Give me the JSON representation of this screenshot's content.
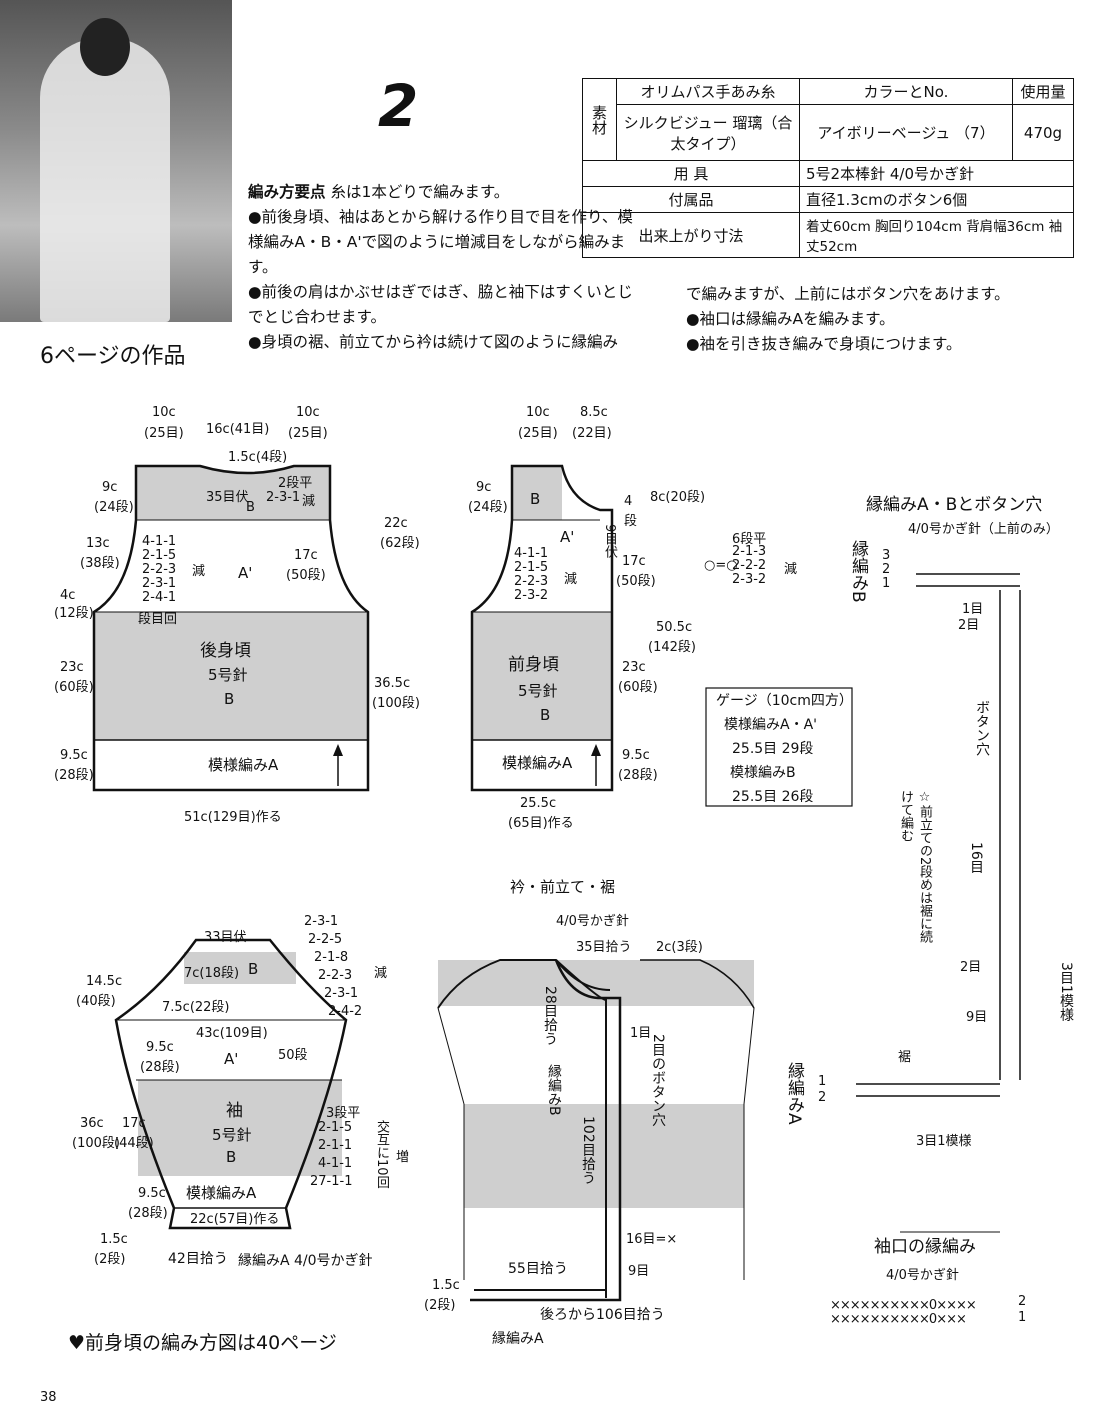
{
  "header": {
    "pattern_number": "2",
    "photo_caption": "6ページの作品"
  },
  "materials": {
    "label_material": "素材",
    "col_yarn": "オリムパス手あみ糸",
    "col_color": "カラーとNo.",
    "col_amount": "使用量",
    "yarn": "シルクビジュー 瑠璃（合太タイプ）",
    "color": "アイボリーベージュ （7）",
    "amount": "470g",
    "tools_label": "用 具",
    "tools": "5号2本棒針 4/0号かぎ針",
    "accessory_label": "付属品",
    "accessory": "直径1.3cmのボタン6個",
    "size_label": "出来上がり寸法",
    "size": "着丈60cm 胸回り104cm 背肩幅36cm 袖丈52cm"
  },
  "instructions": {
    "heading": "編み方要点",
    "lines": [
      "糸は1本どりで編みます。",
      "●前後身頃、袖はあとから解ける作り目で目を作り、模様編みA・B・A'で図のように増減目をしながら編みます。",
      "●前後の肩はかぶせはぎではぎ、脇と袖下はすくいとじでとじ合わせます。",
      "●身頃の裾、前立てから衿は続けて図のように縁編み"
    ],
    "lines2": [
      "で編みますが、上前にはボタン穴をあけます。",
      "●袖口は縁編みAを編みます。",
      "●袖を引き抜き編みで身頃につけます。"
    ]
  },
  "back": {
    "title": "後身頃",
    "needle": "5号針",
    "pattern_b": "B",
    "pattern_a": "模様編みA",
    "a_prime": "A'",
    "shoulder_b": "B",
    "top_left": "10c",
    "top_left_sub": "(25目)",
    "top_mid": "16c(41目)",
    "top_right": "10c",
    "top_right_sub": "(25目)",
    "neck": "1.5c(4段)",
    "nk_35": "35目伏",
    "nk_dec": "2段平",
    "nk_dec2": "2-3-1",
    "nk_dec3": "減",
    "left_9": "9c",
    "left_9s": "(24段)",
    "left_13": "13c",
    "left_13s": "(38段)",
    "left_4": "4c",
    "left_4s": "(12段)",
    "left_23": "23c",
    "left_23s": "(60段)",
    "left_95": "9.5c",
    "left_95s": "(28段)",
    "dec_list": [
      "4-1-1",
      "2-1-5",
      "2-2-3",
      "2-3-1",
      "2-4-1"
    ],
    "dec_word": "減",
    "dec_legend": "段目回",
    "right_22": "22c",
    "right_22s": "(62段)",
    "right_17": "17c",
    "right_17s": "(50段)",
    "right_365": "36.5c",
    "right_365s": "(100段)",
    "bottom": "51c(129目)作る"
  },
  "front": {
    "title": "前身頃",
    "needle": "5号針",
    "pattern_b": "B",
    "pattern_a": "模様編みA",
    "a_prime": "A'",
    "shoulder_b": "B",
    "top_left": "10c",
    "top_left_sub": "(25目)",
    "top_right": "8.5c",
    "top_right_sub": "(22目)",
    "left_9": "9c",
    "left_9s": "(24段)",
    "dec_list": [
      "4-1-1",
      "2-1-5",
      "2-2-3",
      "2-3-2"
    ],
    "dec_word": "減",
    "neck_4": "4",
    "neck_4b": "段",
    "neck_9": "9目伏",
    "right_8": "8c(20段)",
    "right_17": "17c",
    "right_17s": "(50段)",
    "right_505": "50.5c",
    "right_505s": "(142段)",
    "right_23": "23c",
    "right_23s": "(60段)",
    "right_95": "9.5c",
    "right_95s": "(28段)",
    "bottom": "25.5c",
    "bottom_sub": "(65目)作る",
    "neck_dec_head": "6段平",
    "neck_dec": [
      "2-1-3",
      "2-2-2",
      "2-3-2"
    ],
    "neck_dec_word": "減",
    "neck_dec_mark": "○=○"
  },
  "gauge": {
    "title": "ゲージ（10cm四方）",
    "a_label": "模様編みA・A'",
    "a_value": "25.5目 29段",
    "b_label": "模様編みB",
    "b_value": "25.5目 26段"
  },
  "sleeve": {
    "title": "袖",
    "needle": "5号針",
    "pattern_b": "B",
    "pattern_a": "模様編みA",
    "a_prime": "A'",
    "cap_b": "B",
    "top": "33目伏",
    "cap_7": "7c(18段)",
    "cap_75": "7.5c(22段)",
    "width": "43c(109目)",
    "cap_dec": [
      "2-3-1",
      "2-2-5",
      "2-1-8",
      "2-2-3",
      "2-3-1",
      "2-4-2"
    ],
    "cap_word": "減",
    "left_145": "14.5c",
    "left_145s": "(40段)",
    "left_95": "9.5c",
    "left_95s": "(28段)",
    "left_36": "36c",
    "left_36s": "(100段)",
    "left_17": "17c",
    "left_17s": "(44段)",
    "left_95b": "9.5c",
    "left_95bs": "(28段)",
    "left_15": "1.5c",
    "left_15s": "(2段)",
    "rows_50": "50段",
    "inc": [
      "3段平",
      "2-1-5",
      "2-1-1",
      "4-1-1",
      "27-1-1"
    ],
    "inc_word": "増",
    "inc_note": "交互に10回",
    "bottom": "22c(57目)作る",
    "pick": "42目拾う",
    "edge": "縁編みA 4/0号かぎ針"
  },
  "collar": {
    "title": "衿・前立て・裾",
    "hook": "4/0号かぎ針",
    "top_pick": "35目拾う",
    "top_rows": "2c(3段)",
    "left_pick": "28目拾う",
    "edge_b": "縁編みB",
    "front_pick": "102目拾う",
    "row1": "1目",
    "buttonhole": "2目のボタン穴",
    "row16": "16目=×",
    "row9": "9目",
    "bottom_pick": "55目拾う",
    "back_pick": "後ろから106目拾う",
    "edge_a": "縁編みA",
    "left_15": "1.5c",
    "left_15s": "(2段)"
  },
  "edging": {
    "title": "縁編みA・Bとボタン穴",
    "hook": "4/0号かぎ針（上前のみ）",
    "edge_b_label": "縁編みB",
    "rows": [
      "3",
      "2",
      "1"
    ],
    "row1": "1目",
    "row2": "2目",
    "buttonhole": "ボタン穴",
    "note": "☆前立ての2段めは裾に続けて編む",
    "g16": "16目",
    "g2": "2目",
    "g9": "9目",
    "repeat": "3目1模様",
    "hem": "裾",
    "edge_a_label": "縁編みA",
    "rows_a": [
      "1",
      "2"
    ],
    "repeat_a": "3目1模様"
  },
  "cuff": {
    "title": "袖口の縁編み",
    "hook": "4/0号かぎ針",
    "rows": [
      "2",
      "1"
    ]
  },
  "footer": {
    "note": "♥前身頃の編み方図は40ページ",
    "page": "38"
  }
}
